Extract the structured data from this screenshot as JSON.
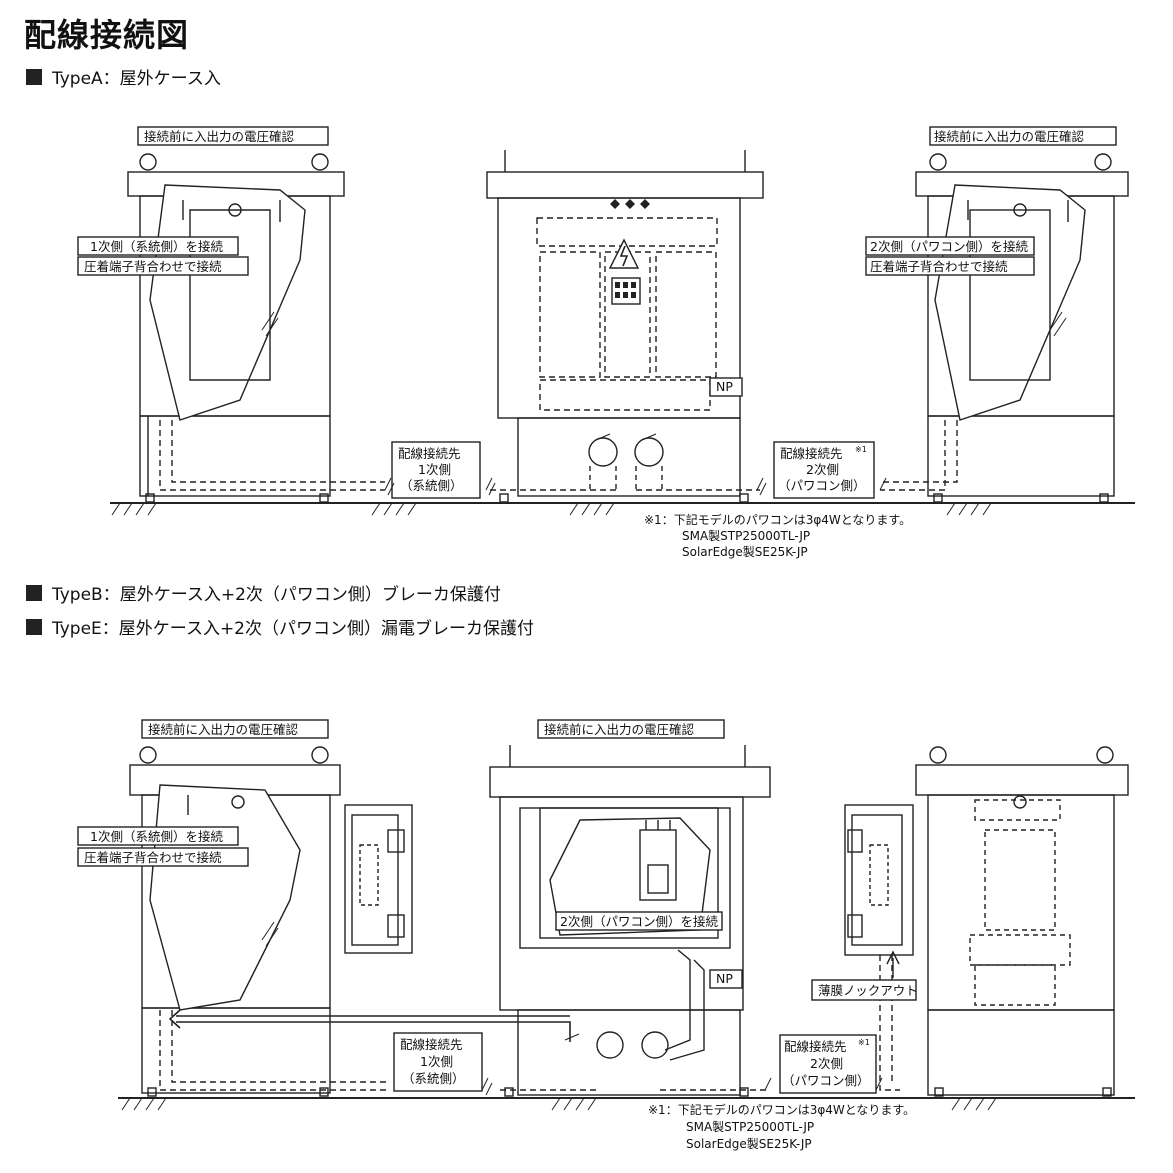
{
  "title": "配線接続図",
  "sections": {
    "typeA": "TypeA：屋外ケース入",
    "typeB": "TypeB：屋外ケース入+2次（パワコン側）ブレーカ保護付",
    "typeE": "TypeE：屋外ケース入+2次（パワコン側）漏電ブレーカ保護付"
  },
  "labels": {
    "voltage_check": "接続前に入出力の電圧確認",
    "primary_connect": "1次側（系統側）を接続",
    "secondary_connect": "2次側（パワコン側）を接続",
    "crimp_connect": "圧着端子背合わせで接続",
    "dest_title": "配線接続先",
    "primary_side": "1次側",
    "grid_side": "（系統側）",
    "dest_title_star": "配線接続先",
    "star_mark": "※1",
    "secondary_side": "2次側",
    "pcs_side": "（パワコン側）",
    "np": "NP",
    "knockout": "薄膜ノックアウト"
  },
  "notes": {
    "line1": "※1：下記モデルのパワコンは3φ4Wとなります。",
    "line2": "SMA製STP25000TL-JP",
    "line3": "SolarEdge製SE25K-JP"
  }
}
